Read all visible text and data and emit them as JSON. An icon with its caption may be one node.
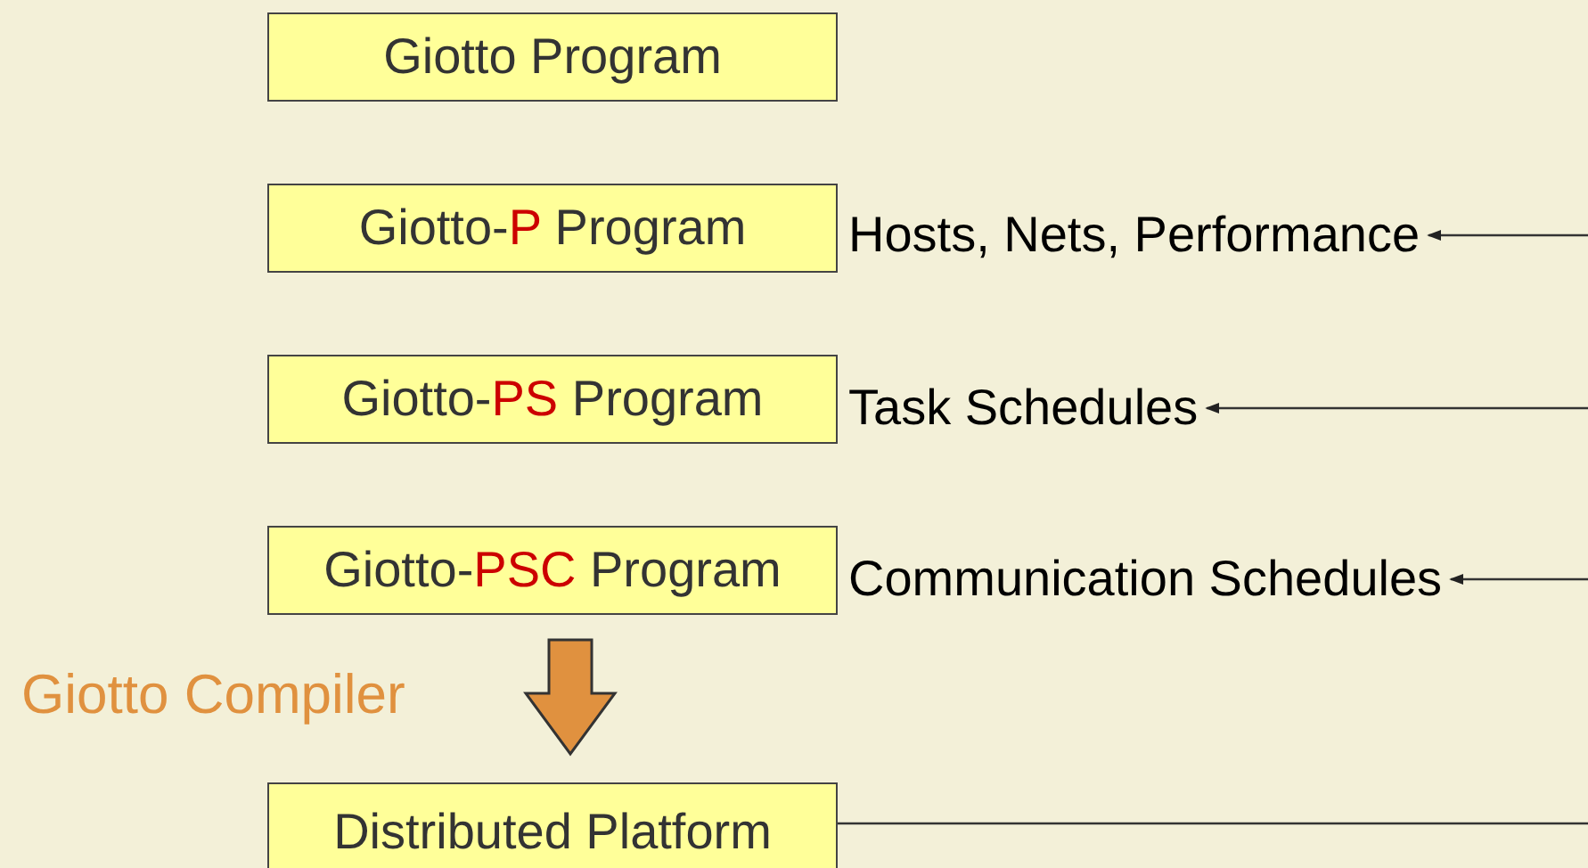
{
  "diagram": {
    "nodes": [
      {
        "text": [
          "Giotto Program"
        ]
      },
      {
        "text": [
          "Giotto-**P** Program"
        ]
      },
      {
        "text": [
          "Giotto-**PS** Program"
        ]
      },
      {
        "text": [
          "Giotto-**PSC** Program"
        ]
      },
      {
        "text": [
          "Distributed Platform"
        ]
      },
      {
        "text": [
          "Hosts, Nets, Performance"
        ]
      },
      {
        "text": [
          "Task Schedules"
        ]
      },
      {
        "text": [
          "Communication Schedules"
        ]
      }
    ],
    "edges": [
      {
        "from": null,
        "to": 5,
        "arrow": "to"
      },
      {
        "from": null,
        "to": 6,
        "arrow": "to"
      },
      {
        "from": null,
        "to": 7,
        "arrow": "to"
      },
      {
        "from": 3,
        "to": 4,
        "arrow": "to",
        "label": "Giotto Compiler",
        "style": "thick",
        "color": "#e0913f"
      },
      {
        "from": 4,
        "to": null,
        "arrow": "none"
      }
    ]
  }
}
